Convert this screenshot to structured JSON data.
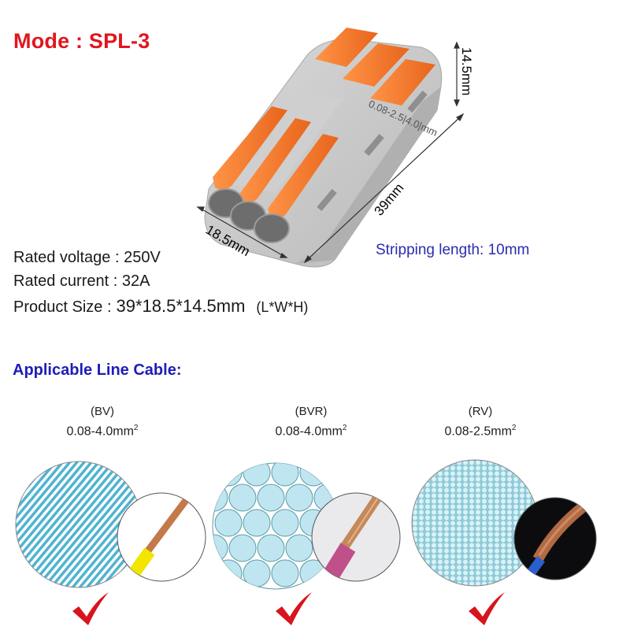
{
  "header": {
    "mode_label": "Mode : SPL-3"
  },
  "product": {
    "name": "SPL-3 3-way lever wire connector",
    "body_color": "#c8c8c8",
    "lever_color": "#f07a2a",
    "embossed_text": "0.08-2.5|4.0|mm",
    "dimensions": {
      "height": "14.5mm",
      "length": "39mm",
      "width": "18.5mm"
    }
  },
  "specs": {
    "voltage": "Rated voltage : 250V",
    "current": "Rated current : 32A",
    "size_label": "Product Size :",
    "size_value": "39*18.5*14.5mm",
    "size_unit": "(L*W*H)"
  },
  "stripping": {
    "text": "Stripping length: 10mm",
    "color": "#2b2bb0"
  },
  "applicable": {
    "title": "Applicable Line Cable:",
    "color": "#1d1db8",
    "cables": [
      {
        "type": "(BV)",
        "range": "0.08-4.0mm",
        "unit_sup": "2",
        "pattern": "diagonal-stripes",
        "insulation_color": "#f2e600",
        "status": "check-icon"
      },
      {
        "type": "(BVR)",
        "range": "0.08-4.0mm",
        "unit_sup": "2",
        "pattern": "large-strands",
        "insulation_color": "#c0508a",
        "status": "check-icon"
      },
      {
        "type": "(RV)",
        "range": "0.08-2.5mm",
        "unit_sup": "2",
        "pattern": "fine-strands",
        "insulation_color": "#2a5fd0",
        "status": "check-icon"
      }
    ]
  },
  "colors": {
    "title_red": "#e0161e",
    "check_red": "#d8141c",
    "strand_fill": "#bfe6f0",
    "strand_stroke": "#5a9aa6"
  }
}
